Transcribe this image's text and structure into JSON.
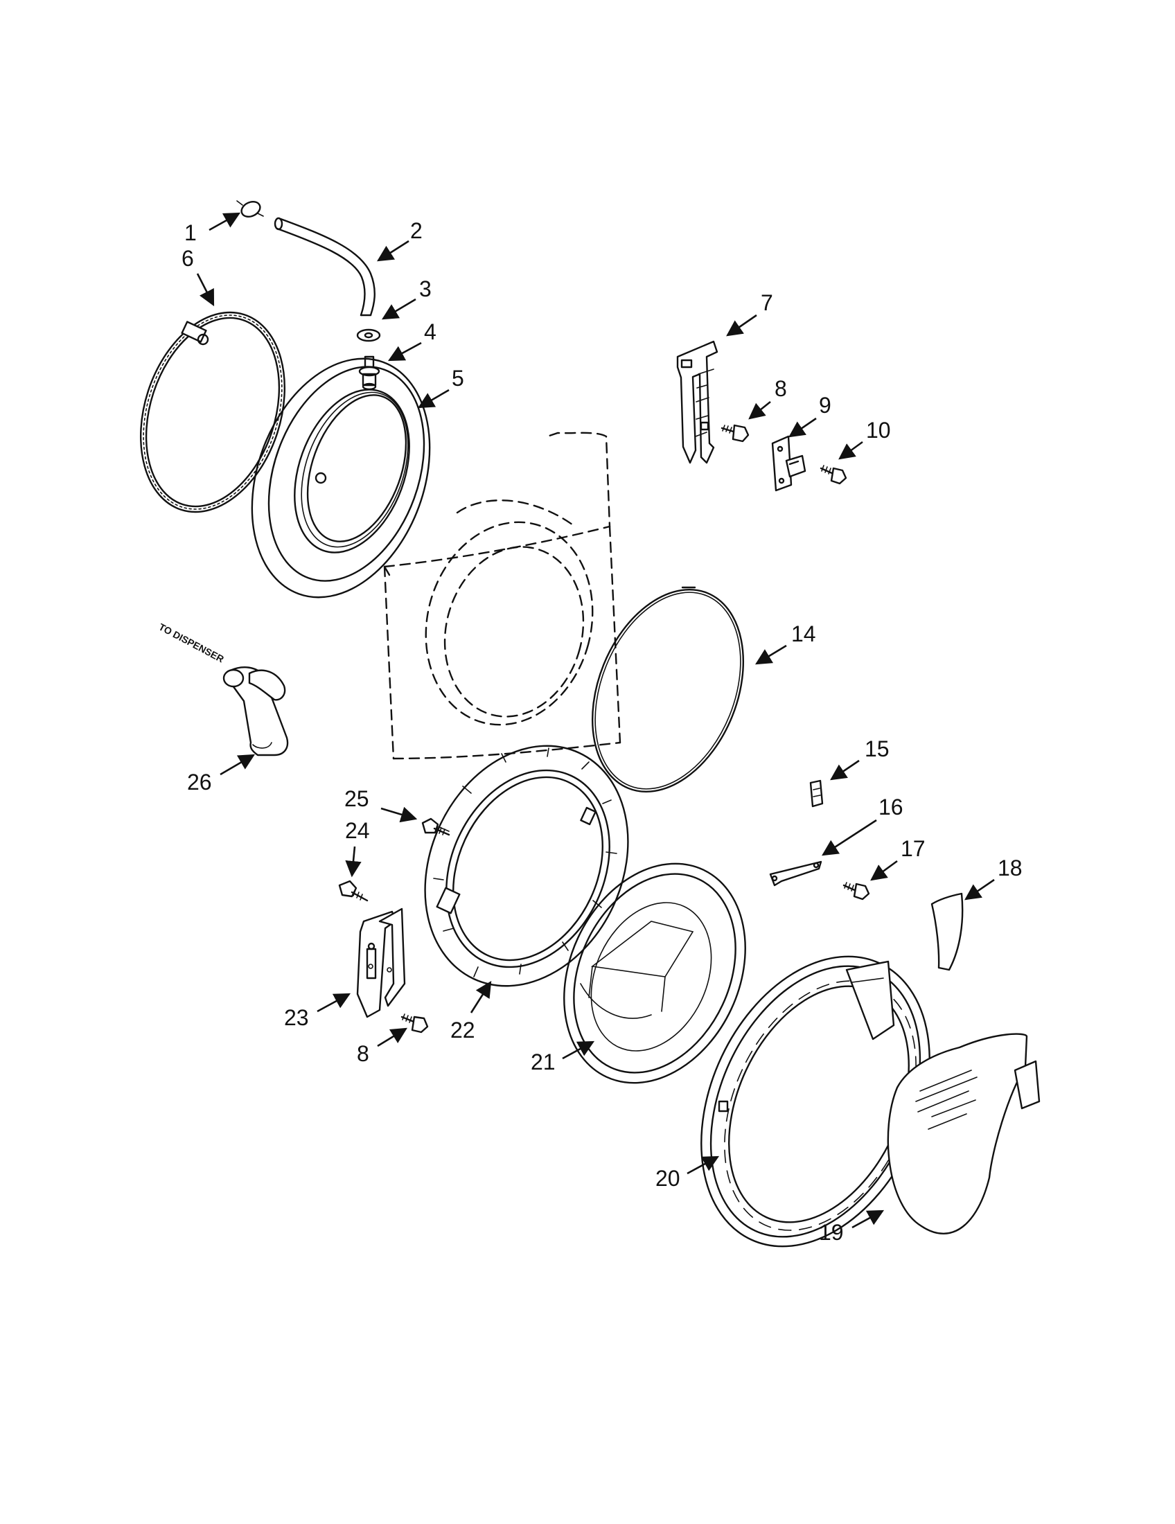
{
  "callouts": {
    "c1": "1",
    "c2": "2",
    "c3": "3",
    "c4": "4",
    "c5": "5",
    "c6": "6",
    "c7": "7",
    "c8a": "8",
    "c8b": "8",
    "c9": "9",
    "c10": "10",
    "c14": "14",
    "c15": "15",
    "c16": "16",
    "c17": "17",
    "c18": "18",
    "c19": "19",
    "c20": "20",
    "c21": "21",
    "c22": "22",
    "c23": "23",
    "c24": "24",
    "c25": "25",
    "c26": "26"
  },
  "notes": {
    "to_dispenser": "TO DISPENSER"
  }
}
